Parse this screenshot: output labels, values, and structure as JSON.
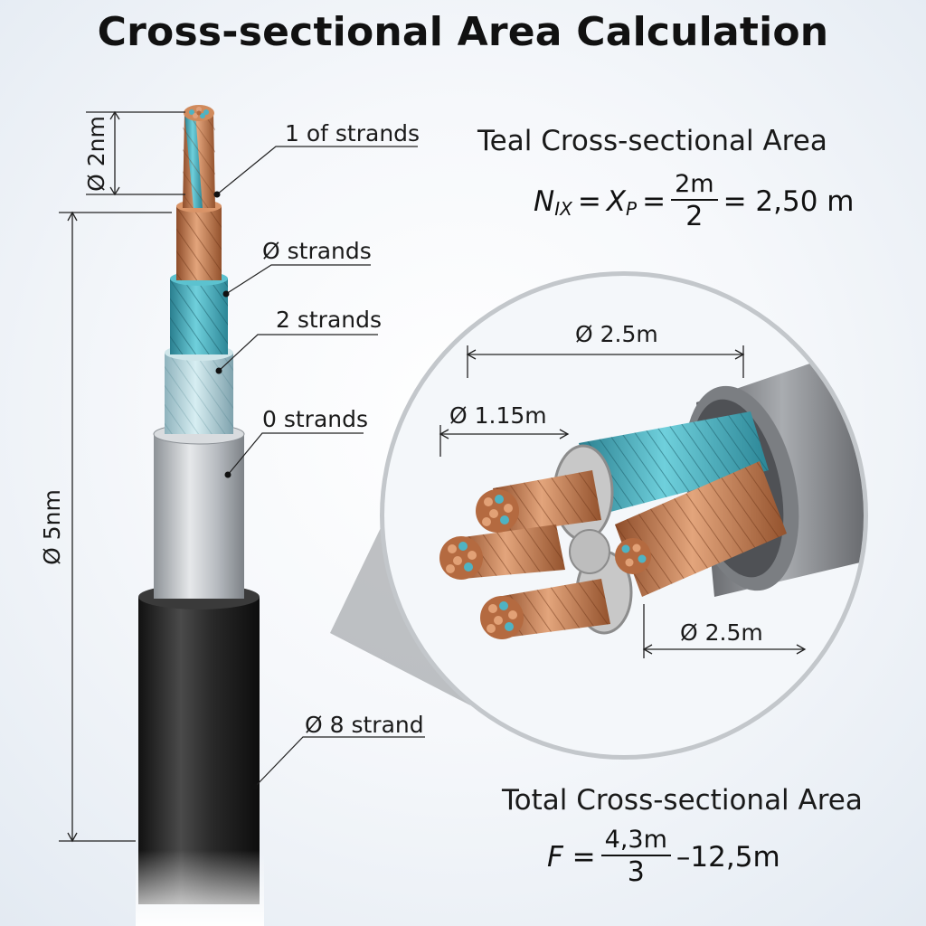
{
  "title": "Cross-sectional Area Calculation",
  "labels": {
    "top_diameter": "Ø 2nm",
    "overall_diameter": "Ø 5nm",
    "strands_1": "1 of strands",
    "strands_phi": "Ø strands",
    "strands_2": "2 strands",
    "strands_0": "0 strands",
    "strands_8": "Ø 8 strand",
    "zoom_top": "Ø 2.5m",
    "zoom_left": "Ø 1.15m",
    "zoom_bottom": "Ø 2.5m"
  },
  "teal_formula": {
    "heading": "Teal Cross-sectional Area",
    "lhs_var": "N",
    "lhs_sub": "IX",
    "mid_var": "X",
    "mid_sub": "P",
    "numerator": "2m",
    "denominator": "2",
    "result": "= 2,50 m"
  },
  "total_formula": {
    "heading": "Total Cross-sectional Area",
    "lhs": "F =",
    "numerator": "4,3m",
    "denominator": "3",
    "result": "–12,5m"
  },
  "colors": {
    "copper": "#c9784a",
    "teal": "#3fa6b8",
    "insulation": "#9aa0a6",
    "jacket": "#2b2b2b"
  }
}
